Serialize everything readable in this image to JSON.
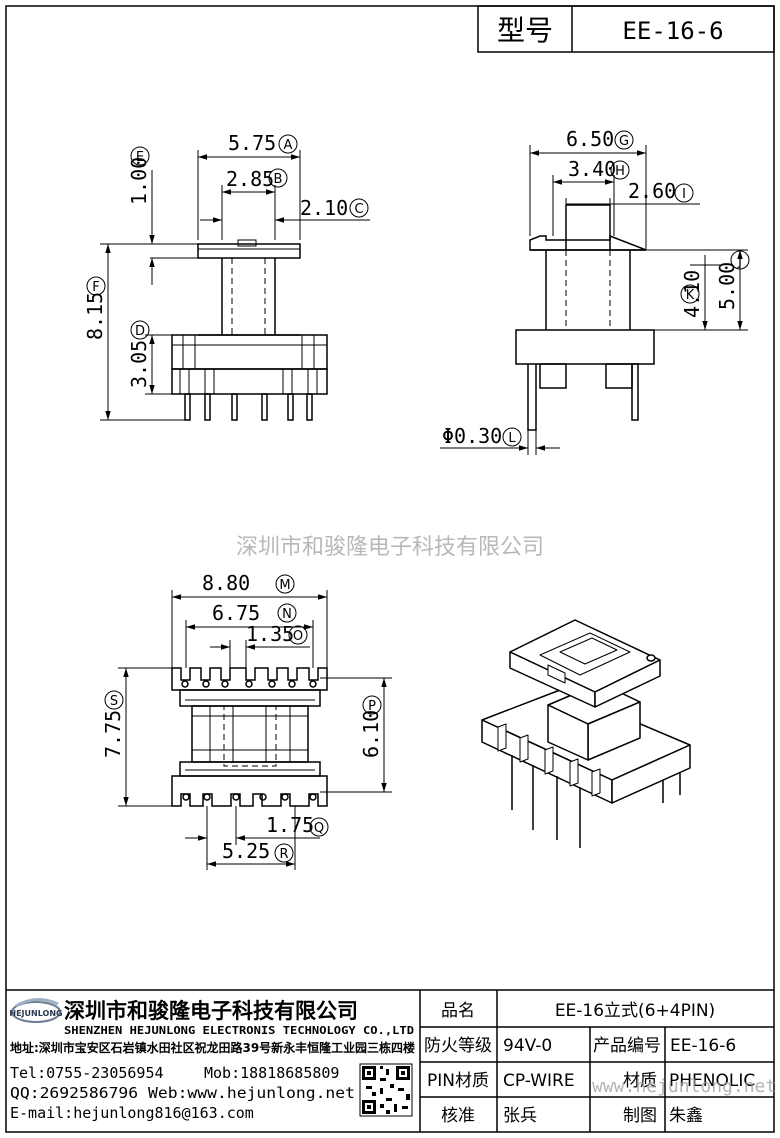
{
  "header": {
    "model_label": "型号",
    "model_value": "EE-16-6"
  },
  "dims": {
    "A": "5.75",
    "B": "2.85",
    "C": "2.10",
    "D": "3.05",
    "E": "1.00",
    "F": "8.15",
    "G": "6.50",
    "H": "3.40",
    "I": "2.60",
    "J": "5.00",
    "K": "4.10",
    "L": "Φ0.30",
    "M": "8.80",
    "N": "6.75",
    "O": "1.35",
    "P": "6.10",
    "Q": "1.75",
    "R": "5.25",
    "S": "7.75"
  },
  "watermark_center": "深圳市和骏隆电子科技有限公司",
  "watermark_url": "www.hejunlong.net",
  "company": {
    "logo_text": "HEJUNLONG",
    "name_cn": "深圳市和骏隆电子科技有限公司",
    "name_en": "SHENZHEN HEJUNLONG ELECTRONIS TECHNOLOGY CO.,LTD",
    "address": "地址:深圳市宝安区石岩镇水田社区祝龙田路39号新永丰恒隆工业园三栋四楼",
    "tel": "Tel:0755-23056954",
    "mob": "Mob:18818685809",
    "qq_web": "QQ:2692586796 Web:www.hejunlong.net",
    "email": "E-mail:hejunlong816@163.com"
  },
  "specs": {
    "name_label": "品名",
    "name_value": "EE-16立式(6+4PIN)",
    "fire_label": "防火等级",
    "fire_value": "94V-0",
    "code_label": "产品编号",
    "code_value": "EE-16-6",
    "pin_label": "PIN材质",
    "pin_value": "CP-WIRE",
    "material_label": "材质",
    "material_value": "PHENOLIC",
    "check_label": "核准",
    "check_value": "张兵",
    "draw_label": "制图",
    "draw_value": "朱鑫"
  }
}
